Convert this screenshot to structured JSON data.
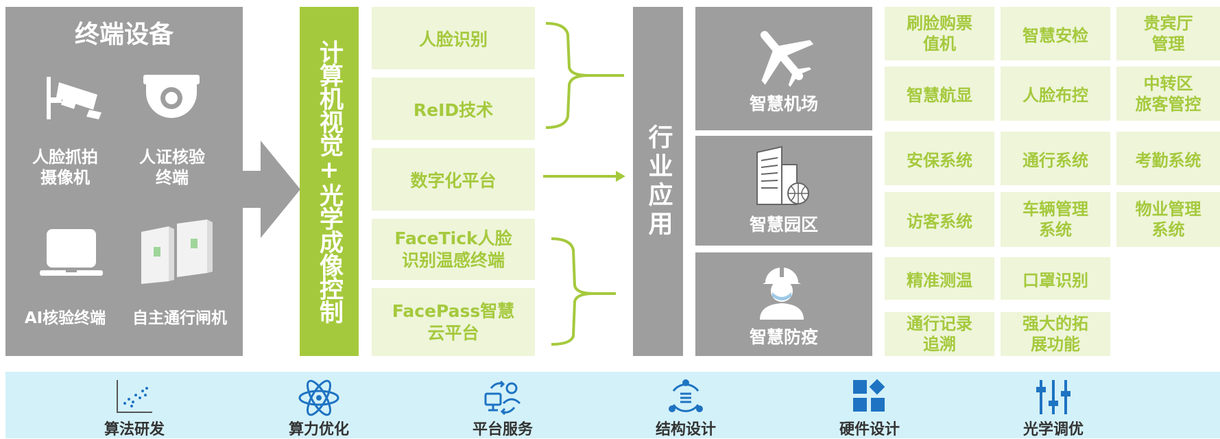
{
  "terminal": {
    "title": "终端设备",
    "devices": [
      {
        "label": "人脸抓拍\n摄像机",
        "icon": "cctv-camera-icon"
      },
      {
        "label": "人证核验\n终端",
        "icon": "dome-camera-icon"
      },
      {
        "label": "AI核验终端",
        "icon": "laptop-icon"
      },
      {
        "label": "自主通行闸机",
        "icon": "turnstile-gate-icon"
      }
    ]
  },
  "core": {
    "label": "计算机视觉+光学成像控制"
  },
  "techs": [
    {
      "label": "人脸识别"
    },
    {
      "label": "ReID技术"
    },
    {
      "label": "数字化平台"
    },
    {
      "label": "FaceTick人脸\n识别温感终端"
    },
    {
      "label": "FacePass智慧\n云平台"
    }
  ],
  "industry": {
    "label": "行业应用"
  },
  "scenarios": [
    {
      "label": "智慧机场",
      "icon": "airplane-icon"
    },
    {
      "label": "智慧园区",
      "icon": "office-building-icon"
    },
    {
      "label": "智慧防疫",
      "icon": "masked-worker-icon"
    }
  ],
  "features": {
    "airport": [
      "刷脸购票\n值机",
      "智慧安检",
      "贵宾厅\n管理",
      "智慧航显",
      "人脸布控",
      "中转区\n旅客管控"
    ],
    "park": [
      "安保系统",
      "通行系统",
      "考勤系统",
      "访客系统",
      "车辆管理\n系统",
      "物业管理\n系统"
    ],
    "epidemic": [
      "精准测温",
      "口罩识别",
      "通行记录\n追溯",
      "强大的拓\n展功能"
    ]
  },
  "services": [
    {
      "label": "算法研发",
      "icon": "scatter-plot-icon"
    },
    {
      "label": "算力优化",
      "icon": "atom-icon"
    },
    {
      "label": "平台服务",
      "icon": "platform-sync-icon"
    },
    {
      "label": "结构设计",
      "icon": "structure-icon"
    },
    {
      "label": "硬件设计",
      "icon": "blocks-icon"
    },
    {
      "label": "光学调优",
      "icon": "sliders-icon"
    }
  ],
  "colors": {
    "gray": "#9e9e9e",
    "green": "#a5c93d",
    "lightgreen": "#eef5d9",
    "service_bg": "#d3f1f9",
    "service_icon": "#1e73c2"
  }
}
